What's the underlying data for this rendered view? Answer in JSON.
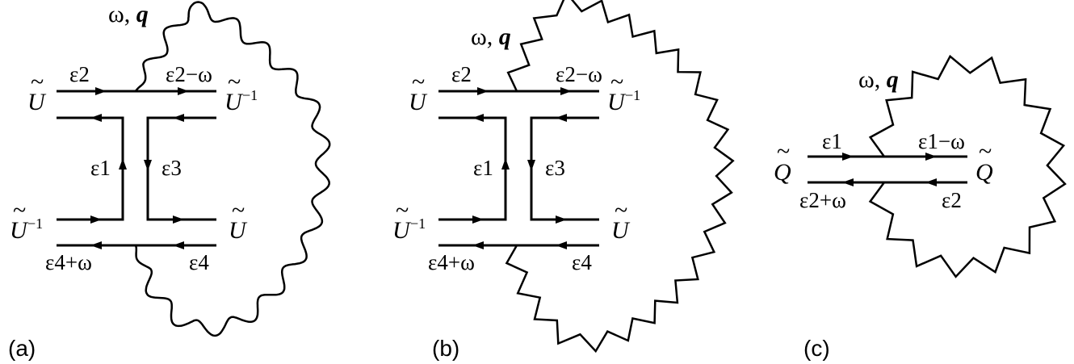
{
  "panels": {
    "a": {
      "tag": "(a)",
      "photon": "ω, ",
      "photon_q": "q",
      "U_tl": "U",
      "U_tr": "U",
      "U_tr_sup": "−1",
      "U_bl": "U",
      "U_bl_sup": "−1",
      "U_br": "U",
      "e_top_left": "ε2",
      "e_top_right": "ε2−ω",
      "e_left_vert": "ε1",
      "e_right_vert": "ε3",
      "e_bot_left": "ε4+ω",
      "e_bot_right": "ε4"
    },
    "b": {
      "tag": "(b)",
      "photon": "ω, ",
      "photon_q": "q",
      "U_tl": "U",
      "U_tr": "U",
      "U_tr_sup": "−1",
      "U_bl": "U",
      "U_bl_sup": "−1",
      "U_br": "U",
      "e_top_left": "ε2",
      "e_top_right": "ε2−ω",
      "e_left_vert": "ε1",
      "e_right_vert": "ε3",
      "e_bot_left": "ε4+ω",
      "e_bot_right": "ε4"
    },
    "c": {
      "tag": "(c)",
      "photon": "ω, ",
      "photon_q": "q",
      "Q_left": "Q",
      "Q_right": "Q",
      "e_top_left": "ε1",
      "e_top_right": "ε1−ω",
      "e_bot_left": "ε2+ω",
      "e_bot_right": "ε2"
    }
  },
  "tilde": "~",
  "colors": {
    "ink": "#000000",
    "background": "#ffffff"
  }
}
